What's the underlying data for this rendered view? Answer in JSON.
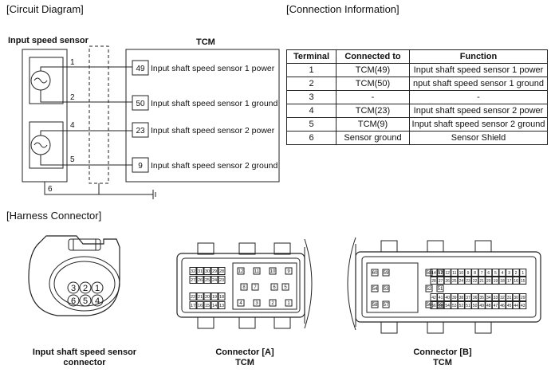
{
  "headings": {
    "circuit": "[Circuit Diagram]",
    "connection": "[Connection Information]",
    "harness": "[Harness Connector]"
  },
  "circuit": {
    "sensor_title": "Input speed sensor",
    "tcm_title": "TCM",
    "wire_numbers": [
      "1",
      "2",
      "4",
      "5",
      "6"
    ],
    "tcm_pins": [
      {
        "pin": "49",
        "label": "Input shaft speed sensor 1 power"
      },
      {
        "pin": "50",
        "label": "Input shaft speed sensor 1 ground"
      },
      {
        "pin": "23",
        "label": "Input shaft speed sensor 2 power"
      },
      {
        "pin": "9",
        "label": "Input shaft speed sensor 2 ground"
      }
    ]
  },
  "table": {
    "headers": [
      "Terminal",
      "Connected to",
      "Function"
    ],
    "rows": [
      [
        "1",
        "TCM(49)",
        "Input shaft speed sensor 1 power"
      ],
      [
        "2",
        "TCM(50)",
        "nput shaft speed sensor 1 ground"
      ],
      [
        "3",
        "-",
        "-"
      ],
      [
        "4",
        "TCM(23)",
        "Input shaft speed sensor 2 power"
      ],
      [
        "5",
        "TCM(9)",
        "Input shaft speed sensor 2 ground"
      ],
      [
        "6",
        "Sensor ground",
        "Sensor Shield"
      ]
    ]
  },
  "connectors": {
    "sensor": {
      "pins_top": [
        "3",
        "2",
        "1"
      ],
      "pins_bottom": [
        "6",
        "5",
        "4"
      ],
      "caption_line1": "Input shaft speed sensor",
      "caption_line2": "connector"
    },
    "a": {
      "caption_line1": "Connector [A]",
      "caption_line2": "TCM",
      "left_rows": [
        [
          "32",
          "31",
          "30",
          "29",
          "28"
        ],
        [
          "27",
          "26",
          "25",
          "24",
          "23"
        ],
        [
          "22",
          "21",
          "20",
          "19",
          "18"
        ],
        [
          "17",
          "16",
          "15",
          "14",
          "13"
        ]
      ],
      "center_top": [
        "12",
        "11",
        "10",
        "9"
      ],
      "center_bottom": [
        "4",
        "3",
        "2",
        "1"
      ],
      "center_mid_left": [
        "8",
        "7"
      ],
      "center_mid_right": [
        "6",
        "5"
      ]
    },
    "b": {
      "caption_line1": "Connector [B]",
      "caption_line2": "TCM",
      "top_row": [
        "60",
        "59",
        "58",
        "57"
      ],
      "mid_row": [
        "54",
        "53",
        "52",
        "51"
      ],
      "bottom_row": [
        "58",
        "57",
        "56",
        "55"
      ],
      "small_row1": [
        "14",
        "13",
        "12",
        "11",
        "10",
        "9",
        "8",
        "7",
        "6",
        "5",
        "4",
        "3",
        "2",
        "1"
      ],
      "small_row2": [
        "28",
        "27",
        "26",
        "25",
        "24",
        "23",
        "22",
        "21",
        "20",
        "19",
        "18",
        "17",
        "16",
        "15"
      ],
      "small_row3": [
        "42",
        "41",
        "40",
        "39",
        "38",
        "37",
        "36",
        "35",
        "34",
        "33",
        "32",
        "31",
        "30",
        "29"
      ],
      "small_row4": [
        "56",
        "55",
        "54",
        "53",
        "52",
        "51",
        "50",
        "49",
        "48",
        "47",
        "46",
        "45",
        "44",
        "43"
      ]
    }
  }
}
